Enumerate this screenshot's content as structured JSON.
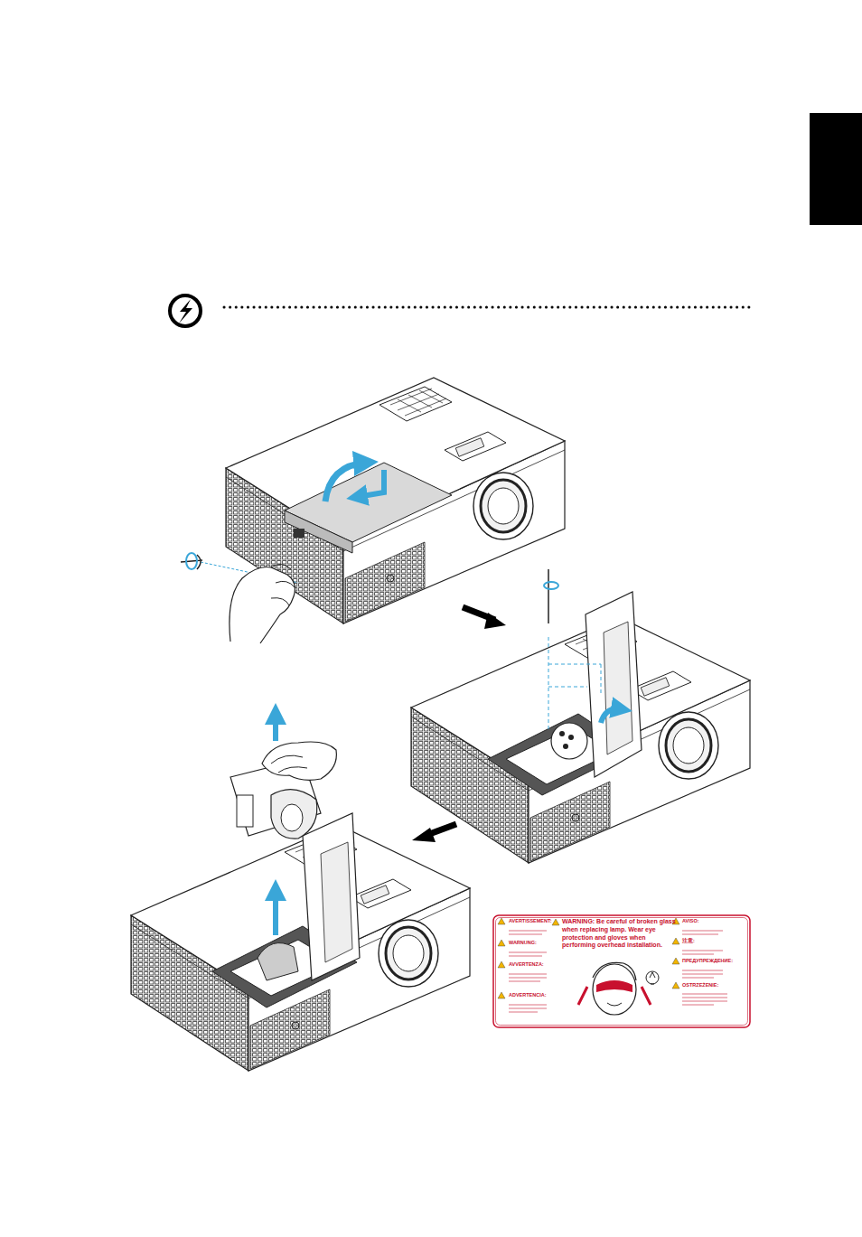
{
  "diagram": {
    "labels": [
      "AVERTISSEMENT:",
      "WARNUNG:",
      "AVVERTENZA:",
      "ADVERTENCIA:",
      "WARNING: Be careful of broken glass when replacing lamp. Wear eye protection and gloves when performing overhead installation.",
      "AVISO:",
      "注意:",
      "ПРЕДУПРЕЖДЕНИЕ:",
      "OSTRZEŻENIE:"
    ]
  }
}
